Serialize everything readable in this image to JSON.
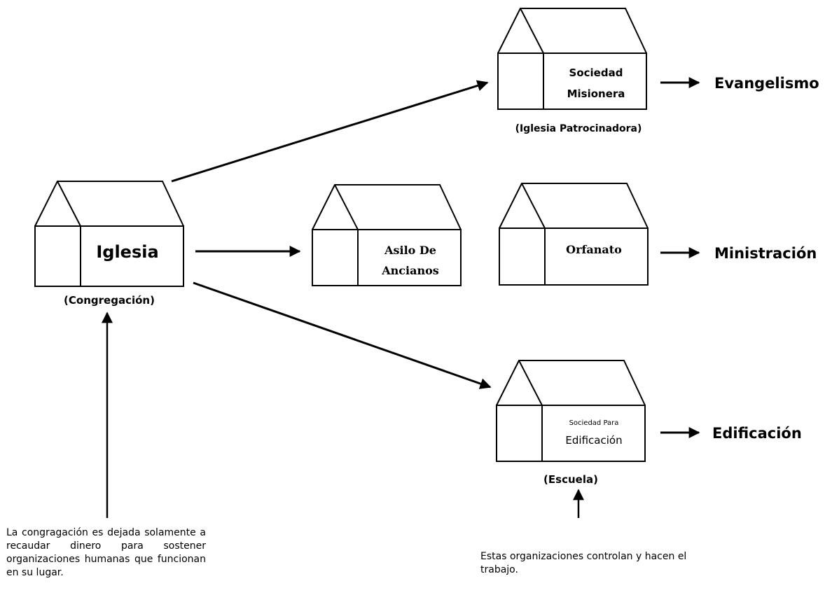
{
  "diagram": {
    "houses": {
      "iglesia": {
        "label": "Iglesia",
        "caption": "(Congregación)"
      },
      "sociedad_misionera": {
        "label_line1": "Sociedad",
        "label_line2": "Misionera",
        "caption": "(Iglesia Patrocinadora)"
      },
      "asilo": {
        "label_line1": "Asilo De",
        "label_line2": "Ancianos"
      },
      "orfanato": {
        "label": "Orfanato"
      },
      "sociedad_edificacion": {
        "label_line1": "Sociedad Para",
        "label_line2": "Edificación",
        "caption": "(Escuela)"
      }
    },
    "outcomes": {
      "evangelismo": "Evangelismo",
      "ministracion": "Ministración",
      "edificacion": "Edificación"
    },
    "notes": {
      "left": "La congragación es dejada solamente a recaudar dinero para sostener organizaciones humanas que funcionan en su lugar.",
      "right": "Estas organizaciones controlan y hacen el trabajo."
    }
  }
}
